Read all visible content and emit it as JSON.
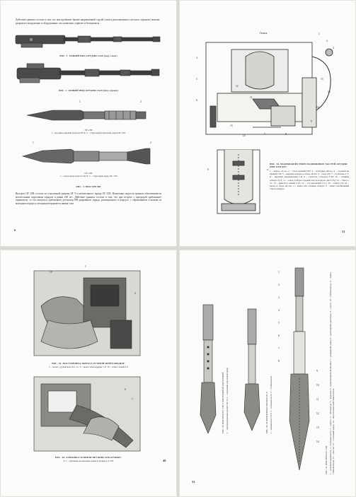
{
  "page1": {
    "intro_text": "Действие гранаты состоит в том, что она пробивает броню направленной струей газов и расплавленного металла, поражает экипаж, разрушает вооружение и оборудование, воспламеняет горючее и боеприпасы.",
    "fig1_caption": "РИС. 1. ОБЩИЙ ВИД ОРУДИЯ 2А28 (вид слева)",
    "fig2_caption": "РИС. 2. ОБЩИЙ ВИД ОРУДИЯ 2А28 (вид справа)",
    "fig3_title": "ПГ-15В",
    "fig3_legend": "1 – противотанковая граната ПГ-9; 2 – стартовый пороховой заряд ПГ-15П",
    "fig4_title": "ОГ-15В",
    "fig4_legend": "1 – осколочная граната ОГ-9; 2 – стартовый заряд ОГ-15П",
    "fig_group_caption": "РИС. 3. ВЫСТРЕЛЫ",
    "body_text": "Выстрел ОГ-15В состоит из осколочной гранаты ОГ-9 и метательного заряда ОГ-15П. Начальная скорость гранаты обеспечивается метательным пороховым зарядом и равна 250 м/с. Действие гранаты состоит в том, что при встрече с преградой срабатывает взрыватель, от его импульса срабатывает детонатор ВВ разрывного заряда, размещенного в корпусе, с образованием осколков из материала корпуса, которыми поражается живая сила.",
    "page_number": "6",
    "labels": [
      "1",
      "2",
      "1",
      "2"
    ]
  },
  "page2": {
    "top_label": "Гильза",
    "caption": "РИС. 36. ВЗАИМОДЕЙСТВИЕ ПОДВИЖНЫХ ЧАСТЕЙ ОРУДИЯ ПРИ ОТКАТЕ:",
    "legend": "1 – затвор «А-3»; 2 – ствол правый I-III; 3 – ползушка «В-А»; 4 – отражатель правый 2-II; 5 – прижим затвора в сборе «Б-II»; 6 – упор I-II; 7 – толкатель 2-7; 8 – пружина перемещения I-II; 9 – гаситель стопоров 3-50; 10 – оттяжка затвора 3-15; 11 – отвод 3-28 (не отделяя пласта воздуха для 3-55); 12 – ствол I-51; 13 – фиксатор левый 2-10; 14 – ось рычажной 2-11; 16 – затвор I-6; 16 – рычаг в сборе «Б-14»; а – канал для оттяжки затвора; б – канал профильный ствола камеры",
    "page_number": "31",
    "labels": [
      "1",
      "2",
      "3",
      "4",
      "5",
      "6",
      "7",
      "8",
      "9",
      "10",
      "11",
      "12",
      "13",
      "14",
      "15",
      "16",
      "б",
      "а"
    ]
  },
  "page3": {
    "fig1_caption": "РИС. 36. ПОСТАНОВКА РЫЧАГА РУЧНОЙ ПЕРЕЗАРЯДКИ:",
    "fig1_legend": "1 – рычаг с рукояткой «Б-1-1»; 2 – рычаг перезарядки 1-8; 10 – затвор левый I-9",
    "fig2_caption": "РИС. 38. ЗАПРАВКА КЛИНОВ ПРУЖИН ОТКАТЧИКЕ:",
    "fig2_legend": "6, 7 – пружины возвратные левая и правая 2-2, 8-8",
    "page_number": "40",
    "labels": [
      "1",
      "2",
      "10",
      "6",
      "7"
    ]
  },
  "page4": {
    "fig_a_caption": "РИС. 39. ВЫСТРЕЛ ПГ-15В С МОНТАЖНОЙ КАРТОЧКОЙ",
    "fig_a_legend": "1 – противотанковая граната ПГ-9; 2 – стартовый пороховой заряд",
    "fig_b_caption": "РИС. 40. ОСКОЛОЧНАЯ ГРАНАТА ОГ-9",
    "fig_b_legend": "1 – взрыватель ГО-2; 2 – головная часть; 3 – стабилизатор",
    "fig_c_caption": "РИС. 41. ВЫСТРЕЛ ПГ-15В:",
    "fig_c_legend": "1 – головной взрыватель; 2 – головная часть; 3 – корпус; 4 – обтекатель; 5 – воронка; 6 – кумулятивная облицовка; 7 – разрывной заряд; 8 – реактивный двигатель; 9 – сопло; 10 – стабилизатор; 11 – перья стабилизатора; 12 – трассер; 13 – стартовый заряд; 14 – пиротехнический замедлитель",
    "page_number": "33",
    "labels": [
      "1",
      "2",
      "3",
      "4",
      "5",
      "6",
      "7",
      "8",
      "9",
      "10",
      "11",
      "12",
      "13",
      "14"
    ]
  }
}
